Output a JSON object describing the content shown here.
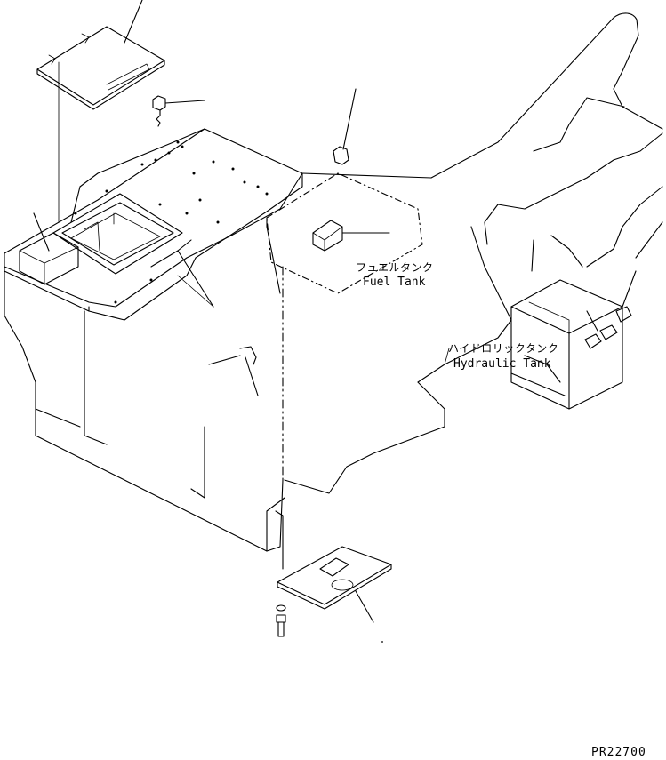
{
  "labels": {
    "fuel_tank_ja": "フュエルタンク",
    "fuel_tank_en": "Fuel Tank",
    "hydraulic_tank_ja": "ハイドロリックタンク",
    "hydraulic_tank_en": "Hydraulic Tank",
    "drawing_code": "PR22700"
  }
}
